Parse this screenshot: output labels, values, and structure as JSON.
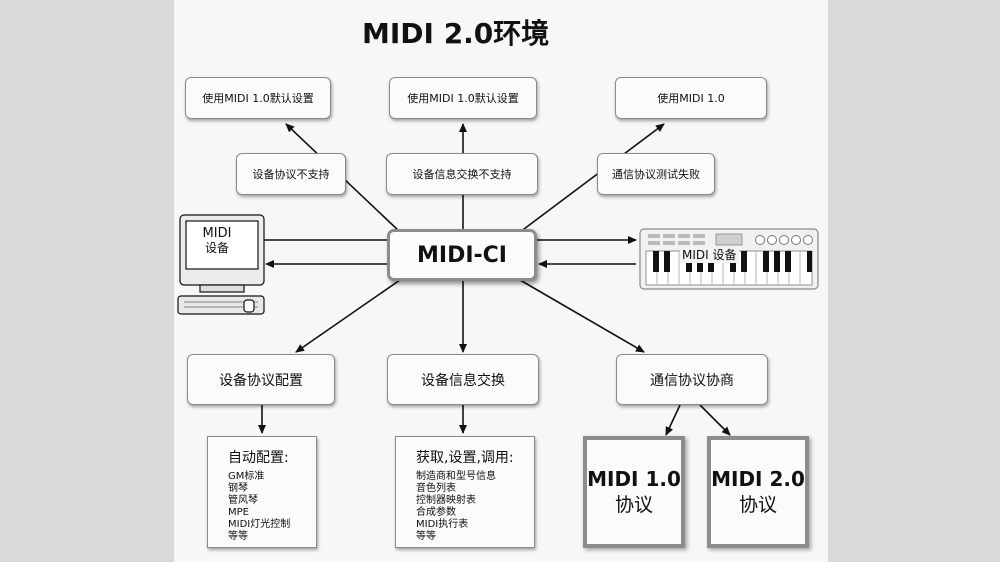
{
  "title": "MIDI 2.0环境",
  "center": "MIDI-CI",
  "top_results": [
    "使用MIDI 1.0默认设置",
    "使用MIDI 1.0默认设置",
    "使用MIDI 1.0"
  ],
  "failures": [
    "设备协议不支持",
    "设备信息交换不支持",
    "通信协议测试失败"
  ],
  "computer_label": {
    "line1": "MIDI",
    "line2": "设备"
  },
  "keyboard_label": "MIDI 设备",
  "functions": [
    "设备协议配置",
    "设备信息交换",
    "通信协议协商"
  ],
  "auto_config": {
    "heading": "自动配置:",
    "items": [
      "GM标准",
      "钢琴",
      "管风琴",
      "MPE",
      "MIDI灯光控制",
      "等等"
    ]
  },
  "info_exchange": {
    "heading": "获取,设置,调用:",
    "items": [
      "制造商和型号信息",
      "音色列表",
      "控制器映射表",
      "合成参数",
      "MIDI执行表",
      "等等"
    ]
  },
  "protocols": [
    {
      "name": "MIDI 1.0",
      "sub": "协议"
    },
    {
      "name": "MIDI 2.0",
      "sub": "协议"
    }
  ],
  "colors": {
    "line": "#111111",
    "box_border": "#8a8a8a",
    "background": "#d9d9d9",
    "canvas": "#f7f7f7"
  }
}
